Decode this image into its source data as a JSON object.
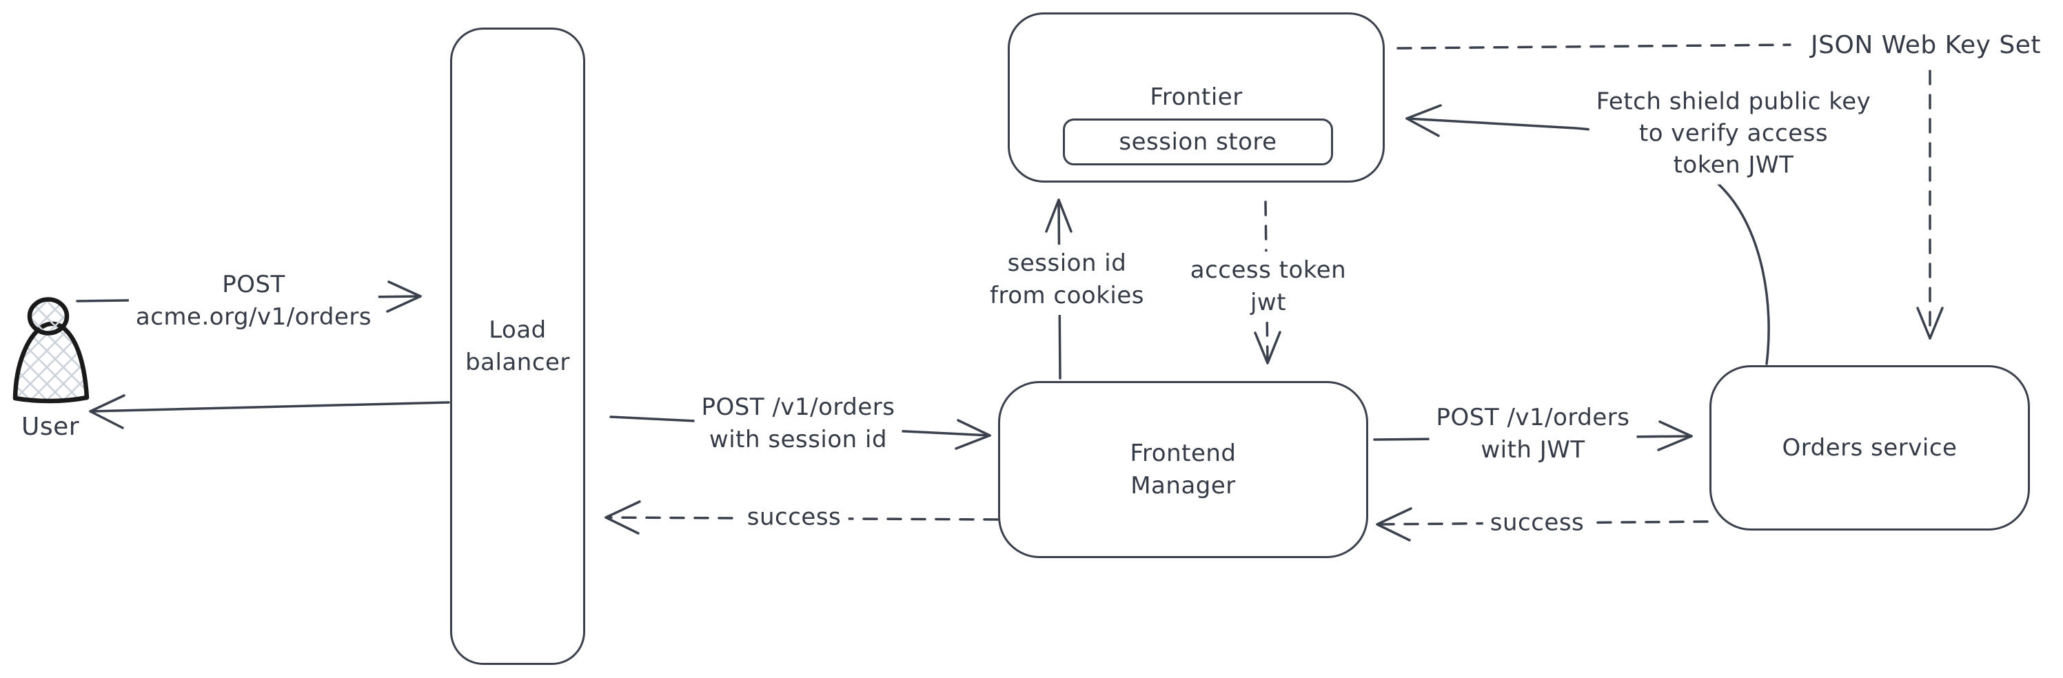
{
  "nodes": {
    "user": {
      "label": "User"
    },
    "load_balancer": {
      "lines": [
        "Load",
        "balancer"
      ]
    },
    "frontier": {
      "title": "Frontier",
      "session_store_label": "session store"
    },
    "frontend_manager": {
      "lines": [
        "Frontend",
        "Manager"
      ]
    },
    "orders_service": {
      "label": "Orders service"
    }
  },
  "edges": {
    "user_to_lb": {
      "lines": [
        "POST",
        "acme.org/v1/orders"
      ]
    },
    "lb_to_fm": {
      "lines": [
        "POST /v1/orders",
        "with session id"
      ]
    },
    "fm_to_lb": {
      "label": "success"
    },
    "fm_to_frontier": {
      "lines": [
        "session id",
        "from cookies"
      ]
    },
    "frontier_to_fm": {
      "lines": [
        "access token",
        "jwt"
      ]
    },
    "fm_to_orders": {
      "lines": [
        "POST /v1/orders",
        "with JWT"
      ]
    },
    "orders_to_fm": {
      "label": "success"
    },
    "frontier_to_jwks": {
      "label": "JSON Web Key Set"
    },
    "orders_to_frontier": {
      "lines": [
        "Fetch shield public key",
        "to verify access",
        "token JWT"
      ]
    }
  },
  "colors": {
    "ink": "#3a404c",
    "person_stroke": "#1a1a1a",
    "person_hatch": "#ccd3dc",
    "background": "#ffffff"
  }
}
